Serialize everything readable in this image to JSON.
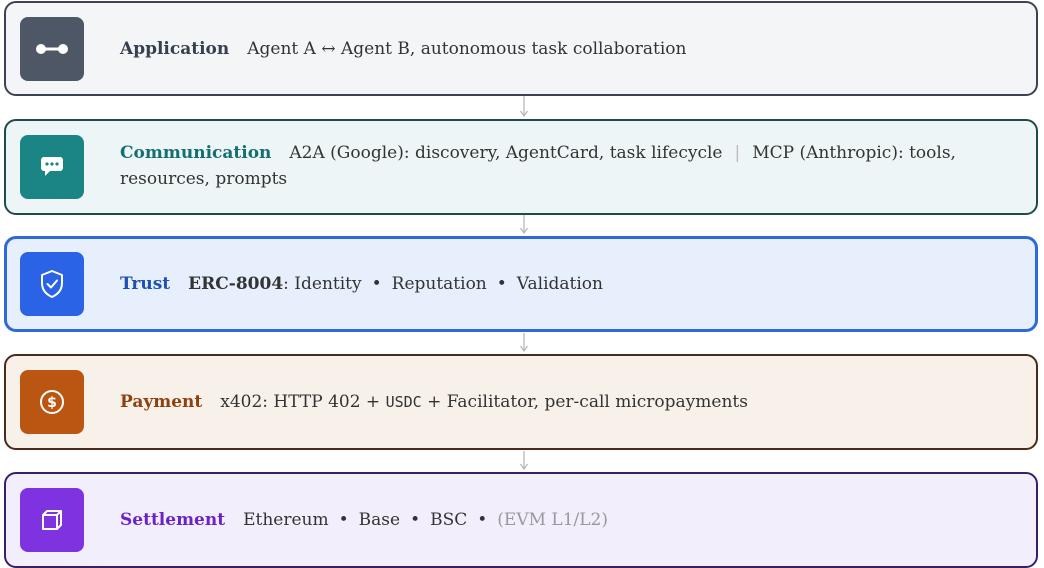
{
  "layers": [
    {
      "id": "application",
      "name": "Application",
      "icon": "connector-icon",
      "description": "Agent A ↔ Agent B, autonomous task collaboration"
    },
    {
      "id": "communication",
      "name": "Communication",
      "icon": "chat-bubble-icon",
      "desc_a2a": "A2A (Google): discovery, AgentCard, task lifecycle",
      "separator": "|",
      "desc_mcp": "MCP (Anthropic): tools, resources, prompts"
    },
    {
      "id": "trust",
      "name": "Trust",
      "icon": "shield-check-icon",
      "standard": "ERC-8004",
      "colon": ":",
      "items": [
        "Identity",
        "Reputation",
        "Validation"
      ]
    },
    {
      "id": "payment",
      "name": "Payment",
      "icon": "dollar-coin-icon",
      "prefix": "x402: HTTP 402 +",
      "token": "USDC",
      "suffix": "+ Facilitator, per-call micropayments"
    },
    {
      "id": "settlement",
      "name": "Settlement",
      "icon": "cube-icon",
      "chains": [
        "Ethereum",
        "Base",
        "BSC"
      ],
      "note": "(EVM L1/L2)"
    }
  ],
  "bullet": "•",
  "colors": {
    "application": "#4e5766",
    "communication": "#1b8585",
    "trust": "#2a63e6",
    "payment": "#bb5512",
    "settlement": "#7e32e0",
    "arrow": "#b5b5b5"
  }
}
